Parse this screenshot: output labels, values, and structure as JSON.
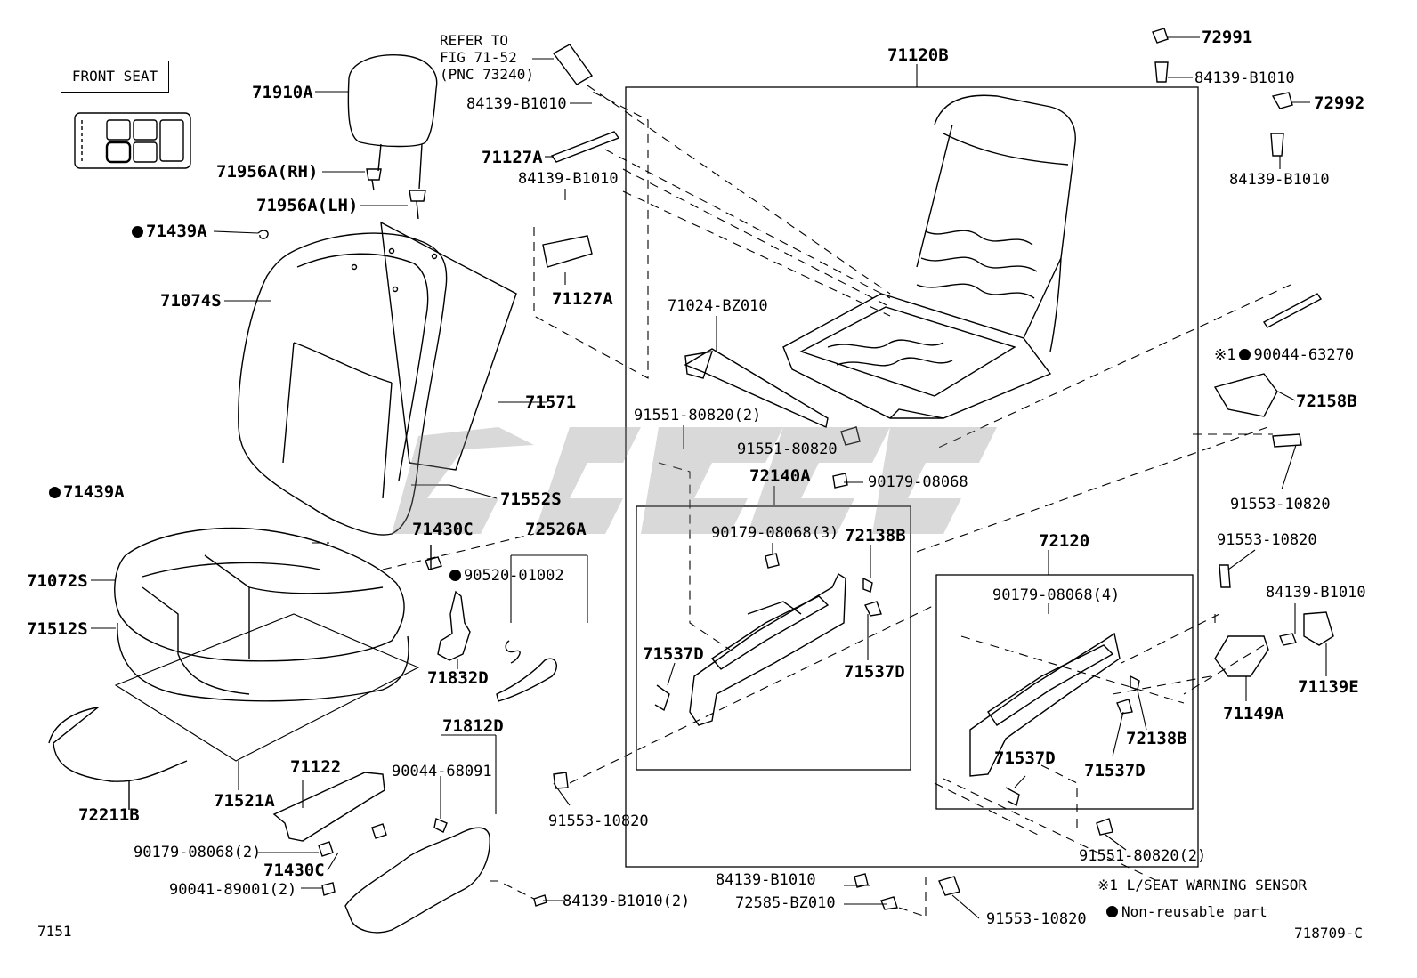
{
  "header": {
    "front_seat": "FRONT SEAT"
  },
  "reference": {
    "line1": "REFER TO",
    "line2": "FIG 71-52",
    "line3": "(PNC 73240)"
  },
  "parts": {
    "p71910A": "71910A",
    "p71956A_rh": "71956A(RH)",
    "p71956A_lh": "71956A(LH)",
    "p71439A_top": "71439A",
    "p71074S": "71074S",
    "p71571": "71571",
    "p71439A_mid": "71439A",
    "p71552S": "71552S",
    "p71430C_top": "71430C",
    "p71072S": "71072S",
    "p71512S": "71512S",
    "p72526A": "72526A",
    "p90520": "90520-01002",
    "p71832D": "71832D",
    "p72211B": "72211B",
    "p71521A": "71521A",
    "p71122": "71122",
    "p71812D": "71812D",
    "p90044_68091": "90044-68091",
    "p90179_2": "90179-08068(2)",
    "p71430C_bot": "71430C",
    "p90041": "90041-89001(2)",
    "p84139_b2": "84139-B1010(2)",
    "p84139_a": "84139-B1010",
    "p71127A_top": "71127A",
    "p84139_b": "84139-B1010",
    "p71127A_bot": "71127A",
    "p71120B": "71120B",
    "p71024": "71024-BZ010",
    "p91551_2a": "91551-80820(2)",
    "p91551": "91551-80820",
    "p72140A": "72140A",
    "p90179_single": "90179-08068",
    "p90179_3": "90179-08068(3)",
    "p72138B_a": "72138B",
    "p71537D_a": "71537D",
    "p71537D_b": "71537D",
    "p91553_left": "91553-10820",
    "p72991": "72991",
    "p84139_c": "84139-B1010",
    "p72992": "72992",
    "p84139_d": "84139-B1010",
    "p90044_63270": "90044-63270",
    "p72158B": "72158B",
    "p91553_r1": "91553-10820",
    "p91553_r2": "91553-10820",
    "p84139_e": "84139-B1010",
    "p72120": "72120",
    "p90179_4": "90179-08068(4)",
    "p71139E": "71139E",
    "p71149A": "71149A",
    "p72138B_b": "72138B",
    "p71537D_c": "71537D",
    "p71537D_d": "71537D",
    "p91551_2b": "91551-80820(2)",
    "p84139_f": "84139-B1010",
    "p72585": "72585-BZ010",
    "p91553_bot": "91553-10820"
  },
  "notes": {
    "mark1": "※1",
    "sensor": "※1 L/SEAT WARNING SENSOR",
    "nonreusable": "Non-reusable part"
  },
  "footer": {
    "left_code": "7151",
    "right_code": "718709-C"
  }
}
